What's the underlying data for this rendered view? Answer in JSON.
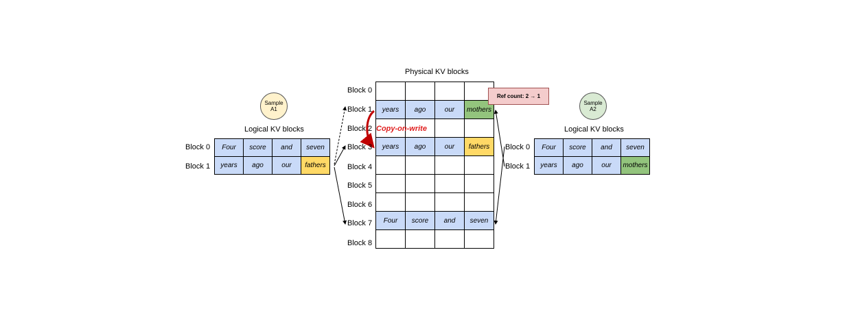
{
  "physical": {
    "title": "Physical KV blocks",
    "row_labels": [
      "Block 0",
      "Block 1",
      "Block 2",
      "Block 3",
      "Block 4",
      "Block 5",
      "Block 6",
      "Block 7",
      "Block 8"
    ],
    "rows": [
      [
        "",
        "",
        "",
        ""
      ],
      [
        "years",
        "ago",
        "our",
        "mothers"
      ],
      [
        "",
        "",
        "",
        ""
      ],
      [
        "years",
        "ago",
        "our",
        "fathers"
      ],
      [
        "",
        "",
        "",
        ""
      ],
      [
        "",
        "",
        "",
        ""
      ],
      [
        "",
        "",
        "",
        ""
      ],
      [
        "Four",
        "score",
        "and",
        "seven"
      ],
      [
        "",
        "",
        "",
        ""
      ]
    ],
    "ref_count": "Ref count: 2 → 1",
    "copy_on_write": "Copy-on-write"
  },
  "left": {
    "sample_line1": "Sample",
    "sample_line2": "A1",
    "title": "Logical KV blocks",
    "row_labels": [
      "Block 0",
      "Block 1"
    ],
    "rows": [
      [
        "Four",
        "score",
        "and",
        "seven"
      ],
      [
        "years",
        "ago",
        "our",
        "fathers"
      ]
    ]
  },
  "right": {
    "sample_line1": "Sample",
    "sample_line2": "A2",
    "title": "Logical KV blocks",
    "row_labels": [
      "Block 0",
      "Block 1"
    ],
    "rows": [
      [
        "Four",
        "score",
        "and",
        "seven"
      ],
      [
        "years",
        "ago",
        "our",
        "mothers"
      ]
    ]
  },
  "colors": {
    "blue": "#c9daf8",
    "yellow": "#ffd966",
    "green": "#93c47d",
    "ref_box": "#f4cccc",
    "cow_red": "#e02020"
  }
}
